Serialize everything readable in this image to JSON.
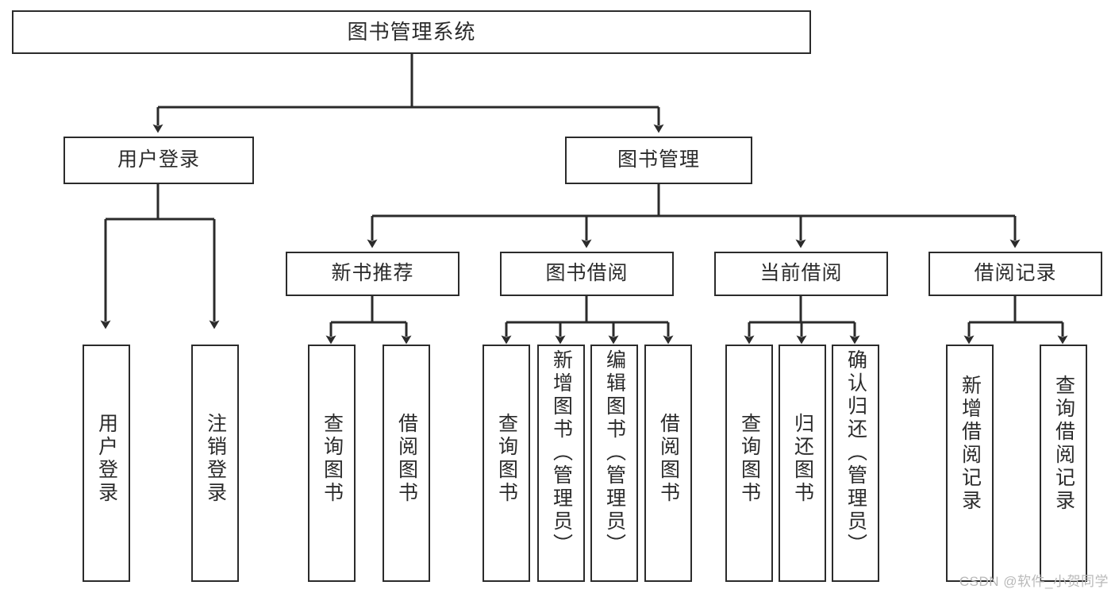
{
  "diagram": {
    "type": "tree-hierarchy-flowchart",
    "title": "图书管理系统",
    "watermark": "CSDN @软件_小贺同学",
    "colors": {
      "box_border": "#2b2b2b",
      "box_fill": "#ffffff",
      "connector": "#2b2b2b",
      "text": "#2b2b2b",
      "background": "#ffffff",
      "watermark": "#b9b9b9"
    },
    "nodes": {
      "root": {
        "label": "图书管理系统",
        "orientation": "horizontal"
      },
      "level2": [
        {
          "id": "user-login",
          "label": "用户登录",
          "orientation": "horizontal"
        },
        {
          "id": "book-management",
          "label": "图书管理",
          "orientation": "horizontal"
        }
      ],
      "level3": [
        {
          "id": "new-book-recommend",
          "label": "新书推荐",
          "orientation": "horizontal",
          "parent": "book-management"
        },
        {
          "id": "book-borrow",
          "label": "图书借阅",
          "orientation": "horizontal",
          "parent": "book-management"
        },
        {
          "id": "current-borrow",
          "label": "当前借阅",
          "orientation": "horizontal",
          "parent": "book-management"
        },
        {
          "id": "borrow-record",
          "label": "借阅记录",
          "orientation": "horizontal",
          "parent": "book-management"
        }
      ],
      "leaves": [
        {
          "id": "leaf-user-login",
          "label": "用户登录",
          "orientation": "vertical",
          "parent": "user-login"
        },
        {
          "id": "leaf-logout",
          "label": "注销登录",
          "orientation": "vertical",
          "parent": "user-login"
        },
        {
          "id": "leaf-query-book-1",
          "label": "查询图书",
          "orientation": "vertical",
          "parent": "new-book-recommend"
        },
        {
          "id": "leaf-borrow-book-1",
          "label": "借阅图书",
          "orientation": "vertical",
          "parent": "new-book-recommend"
        },
        {
          "id": "leaf-query-book-2",
          "label": "查询图书",
          "orientation": "vertical",
          "parent": "book-borrow"
        },
        {
          "id": "leaf-add-book",
          "label": "新增图书（管理员）",
          "orientation": "vertical",
          "parent": "book-borrow"
        },
        {
          "id": "leaf-edit-book",
          "label": "编辑图书（管理员）",
          "orientation": "vertical",
          "parent": "book-borrow"
        },
        {
          "id": "leaf-borrow-book-2",
          "label": "借阅图书",
          "orientation": "vertical",
          "parent": "book-borrow"
        },
        {
          "id": "leaf-query-book-3",
          "label": "查询图书",
          "orientation": "vertical",
          "parent": "current-borrow"
        },
        {
          "id": "leaf-return-book",
          "label": "归还图书",
          "orientation": "vertical",
          "parent": "current-borrow"
        },
        {
          "id": "leaf-confirm-return",
          "label": "确认归还（管理员）",
          "orientation": "vertical",
          "parent": "current-borrow"
        },
        {
          "id": "leaf-add-record",
          "label": "新增借阅记录",
          "orientation": "vertical",
          "parent": "borrow-record"
        },
        {
          "id": "leaf-query-record",
          "label": "查询借阅记录",
          "orientation": "vertical",
          "parent": "borrow-record"
        }
      ]
    }
  }
}
